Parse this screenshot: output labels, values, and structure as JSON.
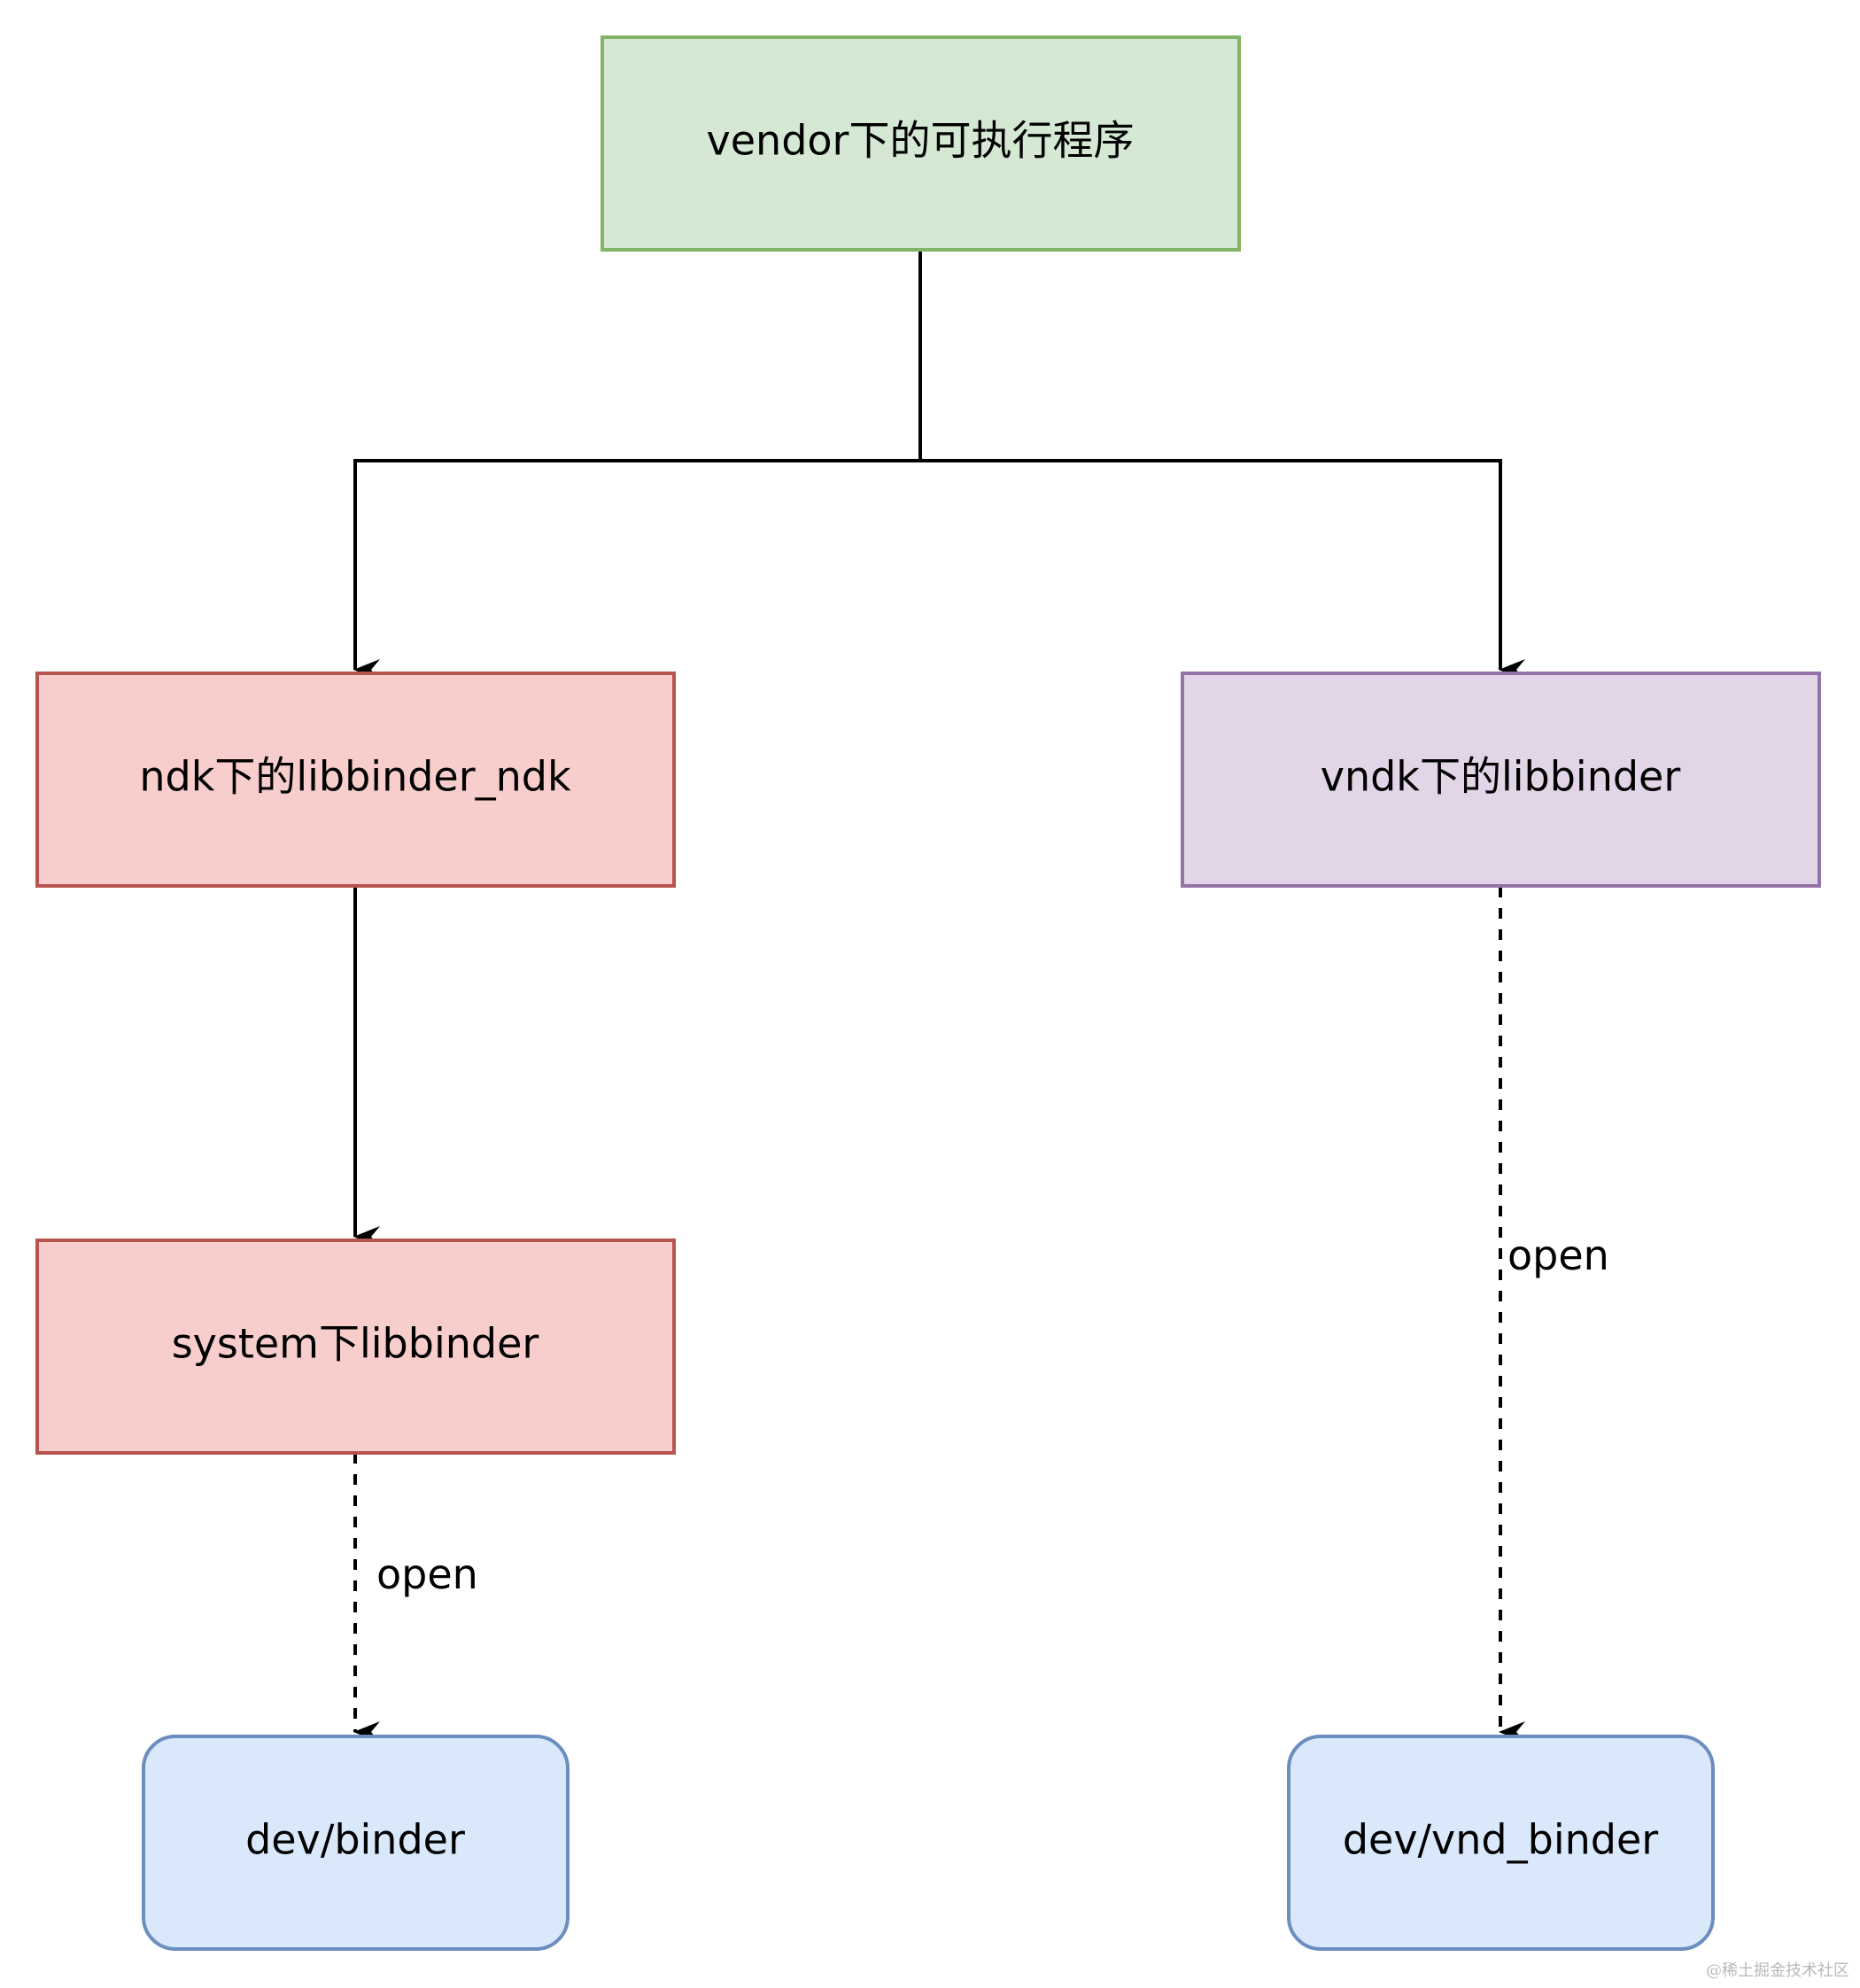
{
  "diagram": {
    "nodes": {
      "vendor": {
        "label": "vendor下的可执行程序",
        "fill": "#d5e8d4",
        "stroke": "#82b366"
      },
      "ndk": {
        "label": "ndk下的libbinder_ndk",
        "fill": "#f8cecc",
        "stroke": "#b85450"
      },
      "vndk": {
        "label": "vndk下的libbinder",
        "fill": "#e1d5e7",
        "stroke": "#9673a6"
      },
      "system": {
        "label": "system下libbinder",
        "fill": "#f8cecc",
        "stroke": "#b85450"
      },
      "dev_binder": {
        "label": "dev/binder",
        "fill": "#dae8fc",
        "stroke": "#6c8ebf"
      },
      "dev_vnd_binder": {
        "label": "dev/vnd_binder",
        "fill": "#dae8fc",
        "stroke": "#6c8ebf"
      }
    },
    "edges": {
      "system_to_dev_binder": {
        "label": "open"
      },
      "vndk_to_dev_vnd_binder": {
        "label": "open"
      }
    },
    "watermark": "@稀土掘金技术社区"
  }
}
